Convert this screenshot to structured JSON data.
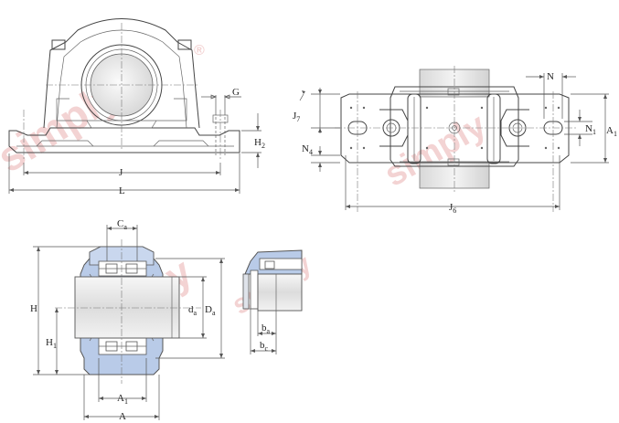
{
  "watermark": "simply",
  "watermark_mark": "®",
  "labels": {
    "G": "G",
    "H2": "H",
    "H2_sub": "2",
    "J": "J",
    "L": "L",
    "N": "N",
    "J7": "J",
    "J7_sub": "7",
    "N4": "N",
    "N4_sub": "4",
    "N1": "N",
    "N1_sub": "1",
    "A1_top": "A",
    "A1_top_sub": "1",
    "J6": "J",
    "J6_sub": "6",
    "Ca": "C",
    "Ca_sub": "a",
    "H": "H",
    "H1": "H",
    "H1_sub": "1",
    "da": "d",
    "da_sub": "a",
    "Da": "D",
    "Da_sub": "a",
    "A1": "A",
    "A1_sub": "1",
    "A": "A",
    "ba": "b",
    "ba_sub": "a",
    "bc": "b",
    "bc_sub": "c"
  },
  "colors": {
    "seal_blue": "#b9cbe8",
    "shaft_gray": "#e6e6e6",
    "watermark": "#f3d3d3"
  }
}
